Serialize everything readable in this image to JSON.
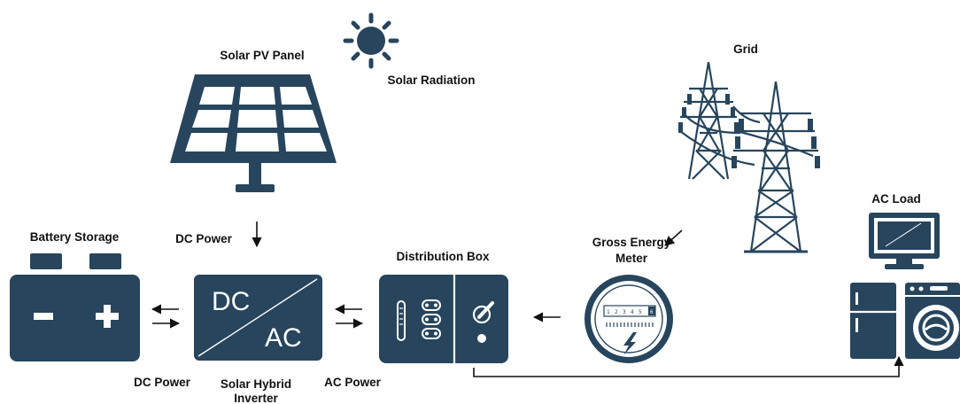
{
  "labels": {
    "solar_pv_panel": "Solar PV Panel",
    "solar_radiation": "Solar Radiation",
    "grid": "Grid",
    "dc_power_top": "DC Power",
    "battery_storage": "Battery Storage",
    "distribution_box": "Distribution Box",
    "gross_energy_meter_line1": "Gross Energy",
    "gross_energy_meter_line2": "Meter",
    "ac_load": "AC Load",
    "dc_power_bottom": "DC Power",
    "inverter_line1": "Solar Hybrid",
    "inverter_line2": "Inverter",
    "ac_power": "AC Power"
  },
  "inverter": {
    "top_text": "DC",
    "bottom_text": "AC"
  },
  "battery": {
    "negative": "-",
    "positive": "+"
  },
  "meter": {
    "digits": [
      "1",
      "2",
      "3",
      "4",
      "5",
      "6"
    ]
  },
  "icons": {
    "sun": "sun-icon",
    "panel": "solar-panel-icon",
    "grid": "transmission-tower-icon",
    "battery": "battery-icon",
    "inverter": "inverter-icon",
    "distribution": "distribution-box-icon",
    "meter": "energy-meter-icon",
    "monitor": "monitor-icon",
    "fridge": "fridge-icon",
    "washer": "washing-machine-icon"
  },
  "colors": {
    "icon": "#27455c",
    "text": "#111111",
    "background": "#ffffff"
  }
}
